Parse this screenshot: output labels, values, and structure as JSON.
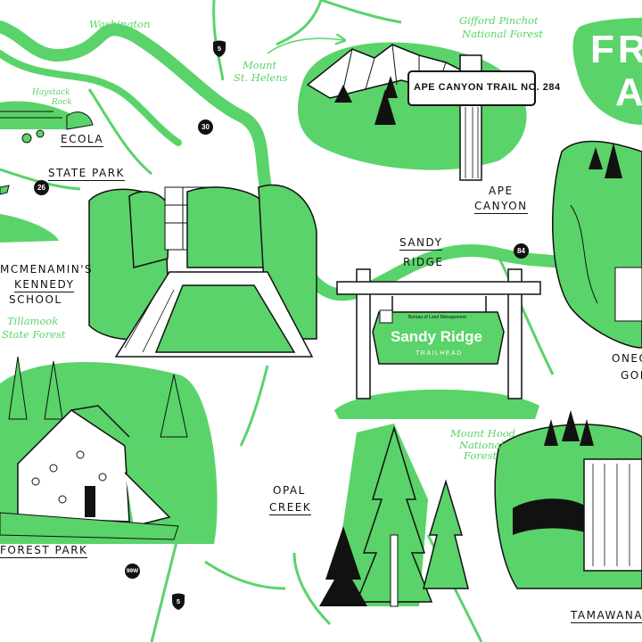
{
  "map": {
    "title_line1": "FR",
    "title_line2": "A",
    "places": {
      "ecola": [
        "ECOLA",
        "STATE PARK"
      ],
      "mcmenamins": [
        "McMENAMIN'S",
        "KENNEDY",
        "SCHOOL"
      ],
      "sandy_ridge": [
        "SANDY",
        "RIDGE"
      ],
      "ape_canyon": [
        "APE",
        "CANYON"
      ],
      "oneonta": [
        "ONEO",
        "GOR"
      ],
      "opal_creek": [
        "OPAL",
        "CREEK"
      ],
      "forest_park": "FOREST PARK",
      "tamawanas": "TAMAWANA"
    },
    "green_labels": {
      "washington": "Washington",
      "haystack": [
        "Haystack",
        "Rock"
      ],
      "mount_st_helens": [
        "Mount",
        "St. Helens"
      ],
      "gifford_pinchot": [
        "Gifford Pinchot",
        "National Forest"
      ],
      "tillamook": [
        "Tillamook",
        "State Forest"
      ],
      "mount_hood": [
        "Mount Hood",
        "National",
        "Forest"
      ]
    },
    "highways": {
      "i5_north": "5",
      "us30": "30",
      "us26": "26",
      "i84": "84",
      "us99w": "99W",
      "i5_south": "5"
    },
    "signs": {
      "ape_canyon_trail": "APE CANYON TRAIL NO. 284",
      "sandy_ridge_agency": "Bureau of Land Management",
      "sandy_ridge_name": "Sandy Ridge",
      "sandy_ridge_sub": "TRAILHEAD"
    },
    "colors": {
      "green": "#5ad36a",
      "ink": "#111111",
      "paper": "#ffffff"
    }
  }
}
